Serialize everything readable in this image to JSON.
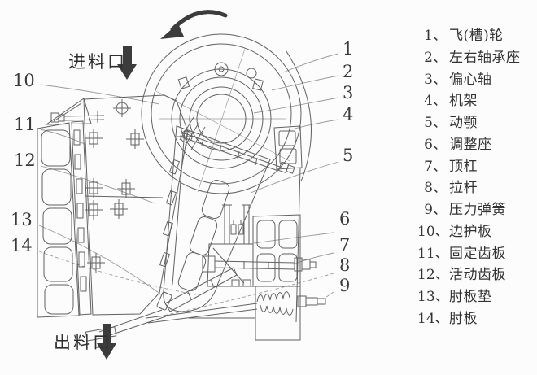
{
  "diagram": {
    "feed_inlet_label": "进料口",
    "discharge_outlet_label": "出料口",
    "callouts_right": [
      "1",
      "2",
      "3",
      "4",
      "5",
      "6",
      "7",
      "8",
      "9"
    ],
    "callouts_left": [
      "10",
      "11",
      "12",
      "13",
      "14"
    ]
  },
  "legend": {
    "items": [
      {
        "num": "1、",
        "name": "飞(槽)轮"
      },
      {
        "num": "2、",
        "name": "左右轴承座"
      },
      {
        "num": "3、",
        "name": "偏心轴"
      },
      {
        "num": "4、",
        "name": "机架"
      },
      {
        "num": "5、",
        "name": "动颚"
      },
      {
        "num": "6、",
        "name": "调整座"
      },
      {
        "num": "7、",
        "name": "顶杠"
      },
      {
        "num": "8、",
        "name": "拉杆"
      },
      {
        "num": "9、",
        "name": "压力弹簧"
      },
      {
        "num": "10、",
        "name": "边护板"
      },
      {
        "num": "11、",
        "name": "固定齿板"
      },
      {
        "num": "12、",
        "name": "活动齿板"
      },
      {
        "num": "13、",
        "name": "肘板垫"
      },
      {
        "num": "14、",
        "name": "肘板"
      }
    ]
  },
  "colors": {
    "background": "#fcfcfc",
    "line": "#616161",
    "thin_line": "#9a9a9a",
    "arrow": "#3c3c3c",
    "text": "#333333"
  }
}
